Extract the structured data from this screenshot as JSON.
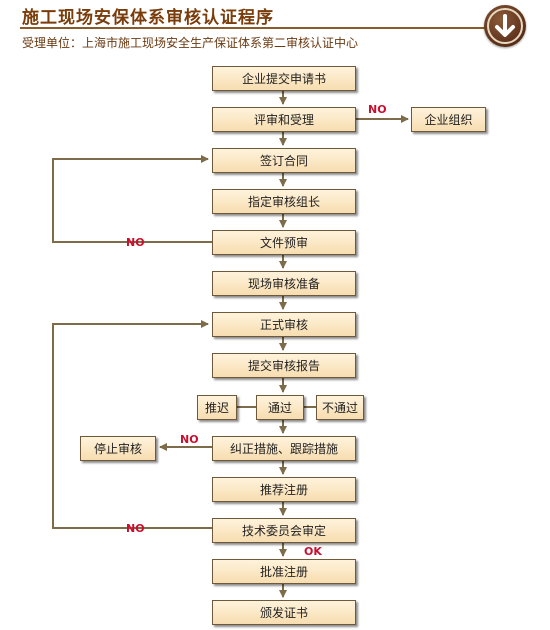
{
  "header": {
    "title": "施工现场安保体系审核认证程序",
    "subtitle": "受理单位：上海市施工现场安全生产保证体系第二审核认证中心",
    "badge_icon": "down-arrow-icon"
  },
  "steps": {
    "apply": "企业提交申请书",
    "review_accept": "评审和受理",
    "org": "企业组织",
    "sign": "签订合同",
    "assign_leader": "指定审核组长",
    "doc_pre_review": "文件预审",
    "site_prep": "现场审核准备",
    "formal_audit": "正式审核",
    "submit_report": "提交审核报告",
    "postpone": "推迟",
    "pass": "通过",
    "fail": "不通过",
    "stop_audit": "停止审核",
    "corrective": "纠正措施、跟踪措施",
    "recommend": "推荐注册",
    "committee": "技术委员会审定",
    "approve": "批准注册",
    "issue": "颁发证书"
  },
  "labels": {
    "no1": "NO",
    "no2": "NO",
    "no3": "NO",
    "no4": "NO",
    "ok": "OK"
  },
  "colors": {
    "line": "#7d6b4a",
    "label_red": "#c8102e",
    "title_brown": "#7a3c0a",
    "box_fill": "#fbe6c2"
  }
}
